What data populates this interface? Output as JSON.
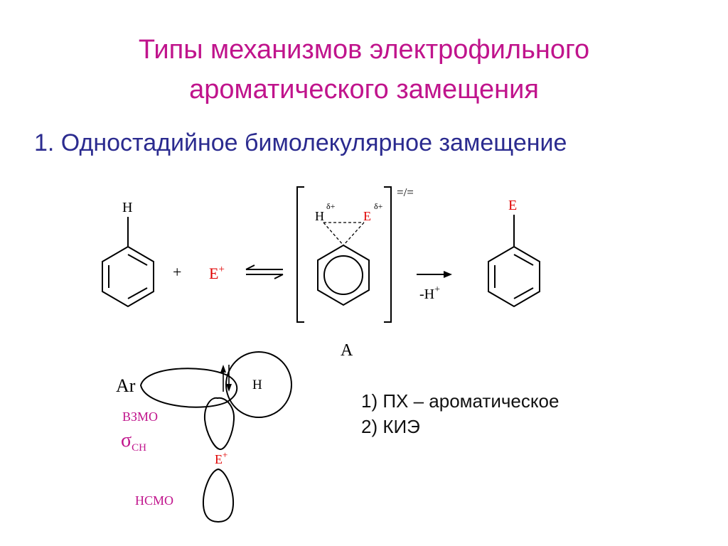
{
  "title": {
    "line1": "Типы механизмов электрофильного",
    "line2": "ароматического замещения"
  },
  "subtitle": "1. Одностадийное бимолекулярное замещение",
  "reaction": {
    "reactant_H": "H",
    "plus": "+",
    "electrophile_E": "E",
    "electrophile_charge": "+",
    "ts_H": "H",
    "ts_E": "E",
    "ts_delta_H": "δ+",
    "ts_delta_E": "δ+",
    "ts_mark": "=/=",
    "ts_label": "A",
    "arrow_label_text": "-H",
    "arrow_label_charge": "+",
    "product_E": "E"
  },
  "orbitals": {
    "ar_label": "Ar",
    "h_label": "H",
    "homo_label": "ВЗМО",
    "sigma_symbol": "σ",
    "sigma_subscript": "CH",
    "e_label": "E",
    "e_charge": "+",
    "lumo_label": "НСМО"
  },
  "notes": [
    "1) ПХ – ароматическое",
    "2) КИЭ"
  ],
  "colors": {
    "title": "#c0148c",
    "subtitle": "#2b2b8f",
    "electrophile": "#e00000",
    "orbital_labels": "#c0148c"
  }
}
